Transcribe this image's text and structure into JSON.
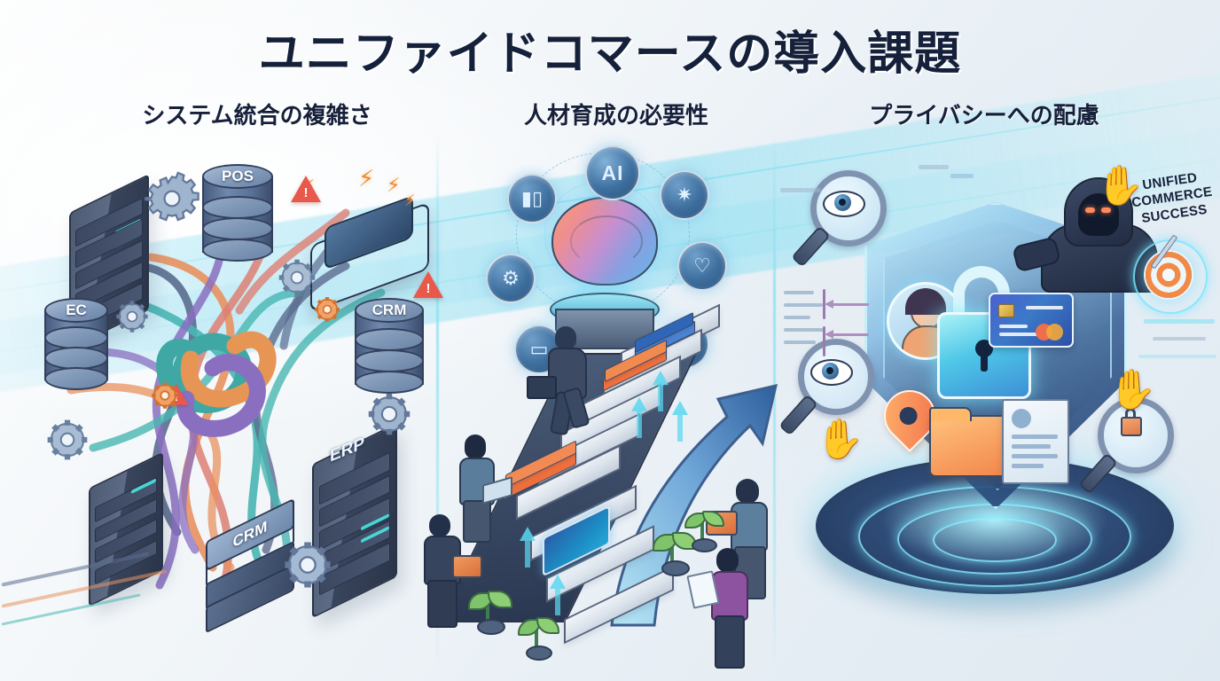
{
  "page": {
    "title": "ユニファイドコマースの導入課題",
    "language": "ja",
    "background_colors": {
      "base": "#eef2f6",
      "highlight": "#ffffff",
      "accent_cyan": "#7ae2f5",
      "title_navy": "#15203a"
    }
  },
  "sections": [
    {
      "id": "system-integration",
      "heading": "システム統合の複雑さ",
      "labels": {
        "db_pos": "POS",
        "db_ec": "EC",
        "db_crm_right": "CRM",
        "db_crm_bottom": "CRM",
        "server_erp": "ERP"
      },
      "icons": [
        "server-rack-icon",
        "database-cylinder-icon",
        "network-hub-icon",
        "gear-icon",
        "warning-triangle-icon",
        "lightning-bolt-icon",
        "tangled-cable-knot-icon"
      ],
      "warning_glyph": "!",
      "bolt_glyph": "⚡"
    },
    {
      "id": "talent-development",
      "heading": "人材育成の必要性",
      "labels": {
        "ai_orb": "AI"
      },
      "icons": [
        "brain-hologram-icon",
        "ai-orb-icon",
        "bar-chart-icon",
        "gear-settings-icon",
        "monitor-graph-icon",
        "cog-network-icon",
        "caring-hands-icon",
        "user-profile-icon",
        "staircase-icon",
        "book-stack-icon",
        "tablet-icon",
        "businessman-climbing-icon",
        "watering-can-icon",
        "sprout-plant-icon",
        "growth-arrow-icon",
        "laptop-icon",
        "clipboard-icon"
      ]
    },
    {
      "id": "privacy",
      "heading": "プライバシーへの配慮",
      "labels": {
        "success_line1": "UNIFIED",
        "success_line2": "COMMERCE",
        "success_line3": "SUCCESS"
      },
      "icons": [
        "shield-icon",
        "padlock-icon",
        "avatar-icon",
        "credit-card-icon",
        "location-pin-icon",
        "folder-icon",
        "id-document-icon",
        "magnifier-eye-icon",
        "hacker-hood-icon",
        "grabbing-hand-icon",
        "target-bullseye-icon",
        "holographic-dais-icon"
      ]
    }
  ],
  "colors": {
    "cable_teal": "#49b6b2",
    "cable_orange": "#e8915f",
    "cable_purple": "#8a6fc0",
    "cable_slate": "#5b6b8e",
    "cable_coral": "#dd7f73",
    "warning_red": "#e8594b",
    "bolt_orange": "#f08a2e",
    "glow_cyan": "#7ae2f5",
    "book_orange": "#ef6f3c",
    "book_blue": "#3e7fd0",
    "folder_orange": "#f2854a",
    "pin_orange": "#f2714d",
    "brain_gradient_start": "#f4a07c",
    "brain_gradient_end": "#64b8e8"
  }
}
